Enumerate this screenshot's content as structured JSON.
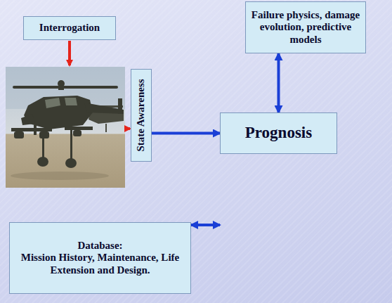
{
  "diagram": {
    "nodes": [
      {
        "text": [
          "Interrogation"
        ]
      },
      {
        "text": [
          "Failure physics, damage evolution, predictive models"
        ]
      },
      {
        "text": [
          "State Awareness"
        ]
      },
      {
        "text": [
          "Prognosis"
        ]
      },
      {
        "text": [
          "Database:",
          "Mission History, Maintenance, Life Extension and Design."
        ]
      }
    ],
    "edges": [
      {
        "from": 2,
        "to": 3,
        "arrow": "to"
      },
      {
        "from": 1,
        "to": 3,
        "arrow": "both"
      },
      {
        "from": 4,
        "to": 3,
        "arrow": "both"
      }
    ]
  }
}
